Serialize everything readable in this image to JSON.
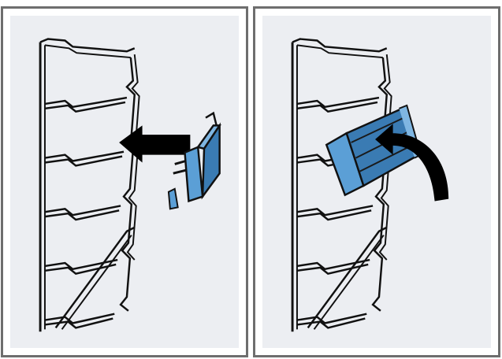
{
  "colors": {
    "frame": "#6e6e6e",
    "panel_bg": "#eceef2",
    "line": "#111111",
    "part_blue": "#5b9fd6",
    "part_blue_dark": "#3a7bb3",
    "arrow": "#000000"
  },
  "panels": [
    {
      "name": "step-insert-clip",
      "arrow": "arrow-left-push"
    },
    {
      "name": "step-rotate-clip",
      "arrow": "arrow-curved-rotate"
    }
  ]
}
